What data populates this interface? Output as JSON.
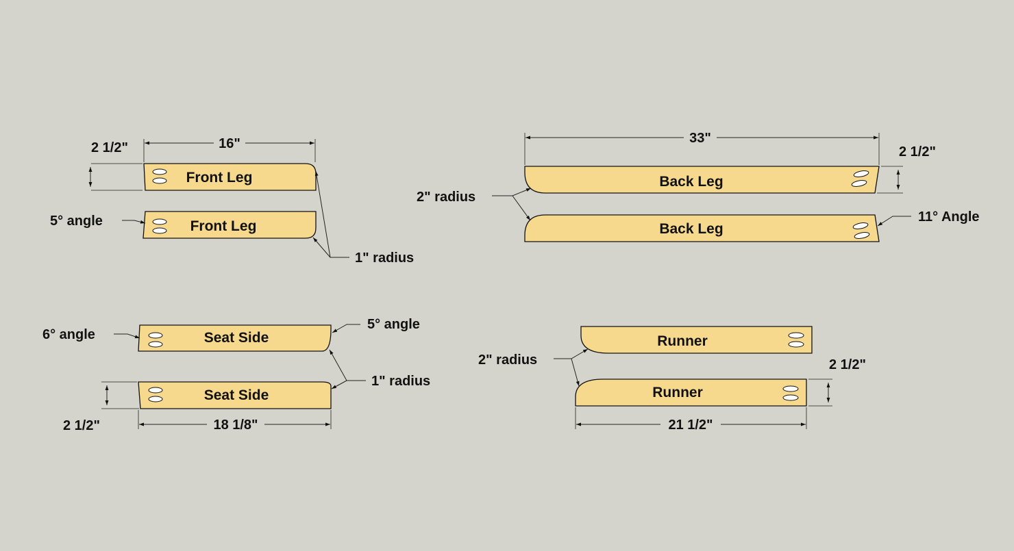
{
  "colors": {
    "background": "#d4d4cc",
    "wood": "#f7d98e",
    "outline": "#111111",
    "dim_line": "#222222",
    "pocket_fill": "#ffffff"
  },
  "pieces": {
    "front_leg_1": {
      "label": "Front Leg"
    },
    "front_leg_2": {
      "label": "Front Leg"
    },
    "back_leg_1": {
      "label": "Back Leg"
    },
    "back_leg_2": {
      "label": "Back Leg"
    },
    "seat_side_1": {
      "label": "Seat Side"
    },
    "seat_side_2": {
      "label": "Seat Side"
    },
    "runner_1": {
      "label": "Runner"
    },
    "runner_2": {
      "label": "Runner"
    }
  },
  "dimensions": {
    "front_leg_width": "2 1/2\"",
    "front_leg_length": "16\"",
    "back_leg_length": "33\"",
    "back_leg_width": "2 1/2\"",
    "seat_side_width": "2 1/2\"",
    "seat_side_length": "18 1/8\"",
    "runner_width": "2 1/2\"",
    "runner_length": "21 1/2\""
  },
  "annotations": {
    "front_leg_angle": "5° angle",
    "front_leg_radius": "1\" radius",
    "back_leg_radius": "2\" radius",
    "back_leg_angle": "11° Angle",
    "seat_side_left_angle": "6° angle",
    "seat_side_right_angle": "5° angle",
    "seat_side_radius": "1\" radius",
    "runner_radius": "2\" radius"
  }
}
